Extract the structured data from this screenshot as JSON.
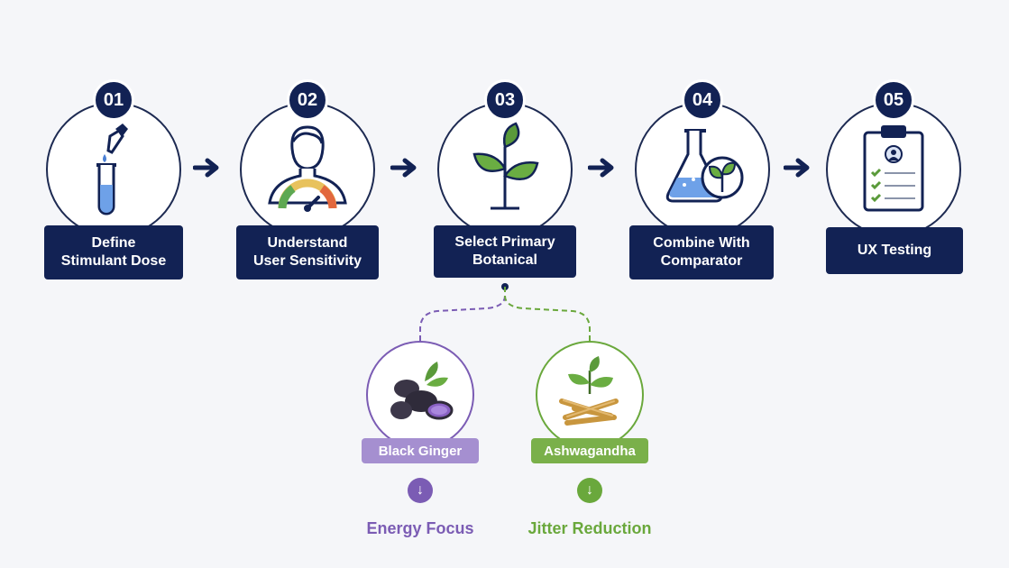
{
  "steps": [
    {
      "number": "01",
      "label": "Define\nStimulant Dose",
      "icon": "test-tube-dropper-icon"
    },
    {
      "number": "02",
      "label": "Understand\nUser Sensitivity",
      "icon": "person-gauge-icon"
    },
    {
      "number": "03",
      "label": "Select Primary\nBotanical",
      "icon": "plant-sprout-icon"
    },
    {
      "number": "04",
      "label": "Combine With\nComparator",
      "icon": "flask-leaf-icon"
    },
    {
      "number": "05",
      "label": "UX Testing",
      "icon": "clipboard-checklist-icon"
    }
  ],
  "branches": [
    {
      "name": "Black Ginger",
      "outcome": "Energy Focus",
      "icon": "black-ginger-root-icon",
      "color": "#7b5cb4",
      "tag_color": "#a58fd0"
    },
    {
      "name": "Ashwagandha",
      "outcome": "Jitter Reduction",
      "icon": "ashwagandha-root-icon",
      "color": "#6aa83c",
      "tag_color": "#7ab04a"
    }
  ],
  "colors": {
    "navy": "#122254",
    "background": "#f5f6f9"
  }
}
